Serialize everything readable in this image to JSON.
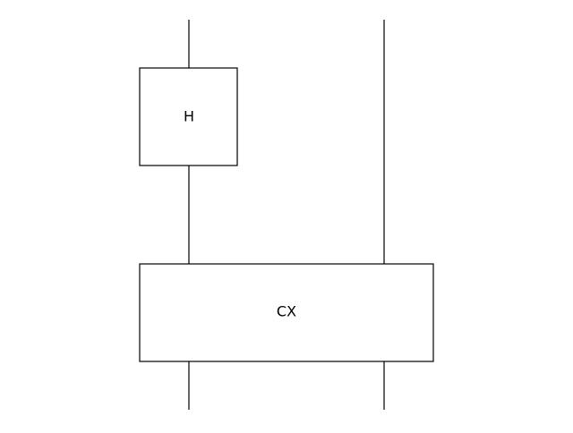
{
  "diagram": {
    "type": "quantum-circuit",
    "wires": [
      "q0",
      "q1"
    ],
    "gates": [
      {
        "name": "h-gate",
        "label": "H",
        "wires": [
          "q0"
        ]
      },
      {
        "name": "cx-gate",
        "label": "CX",
        "wires": [
          "q0",
          "q1"
        ]
      }
    ]
  },
  "colors": {
    "stroke": "#000000",
    "fill": "#ffffff"
  }
}
